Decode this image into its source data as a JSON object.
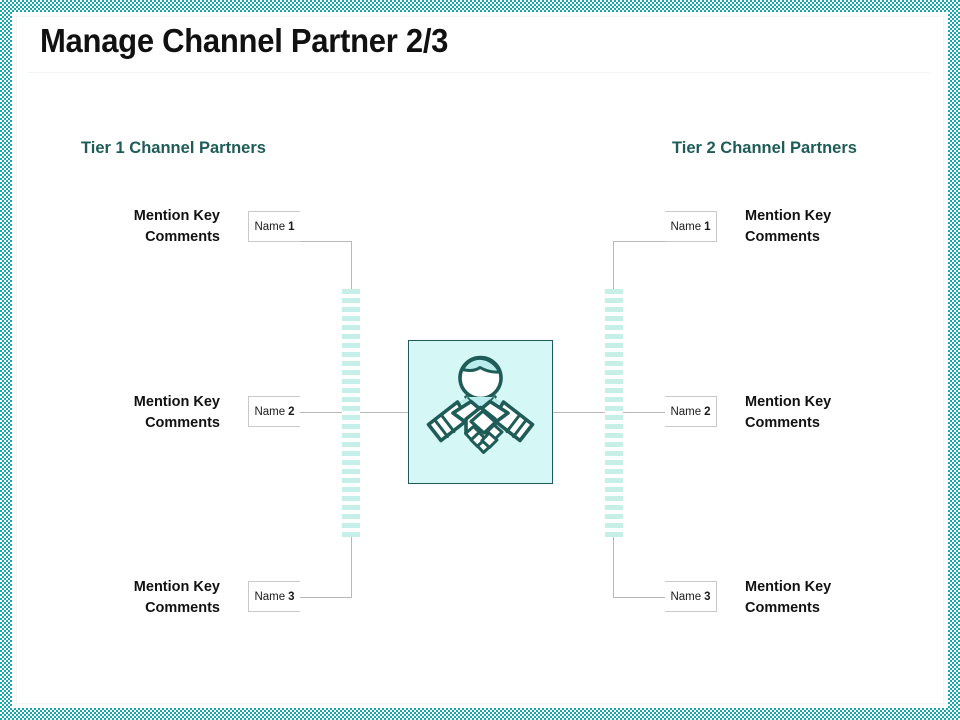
{
  "slide": {
    "title": "Manage Channel Partner 2/3",
    "accent_color": "#16a8ad",
    "heading_color": "#1f5c57",
    "icon_bg_color": "#d5f7f6",
    "stripe_color": "#c6f0e7",
    "connector_color": "#b8b8b8"
  },
  "columns": [
    {
      "heading": "Tier 1 Channel Partners",
      "side": "left"
    },
    {
      "heading": "Tier 2 Channel Partners",
      "side": "right"
    }
  ],
  "left_nodes": [
    {
      "name_label": "Name",
      "index": "1",
      "comment_line1": "Mention Key",
      "comment_line2": "Comments"
    },
    {
      "name_label": "Name",
      "index": "2",
      "comment_line1": "Mention Key",
      "comment_line2": "Comments"
    },
    {
      "name_label": "Name",
      "index": "3",
      "comment_line1": "Mention Key",
      "comment_line2": "Comments"
    }
  ],
  "right_nodes": [
    {
      "name_label": "Name",
      "index": "1",
      "comment_line1": "Mention Key",
      "comment_line2": "Comments"
    },
    {
      "name_label": "Name",
      "index": "2",
      "comment_line1": "Mention Key",
      "comment_line2": "Comments"
    },
    {
      "name_label": "Name",
      "index": "3",
      "comment_line1": "Mention Key",
      "comment_line2": "Comments"
    }
  ],
  "center": {
    "icon": "handshake-partnership-icon"
  }
}
